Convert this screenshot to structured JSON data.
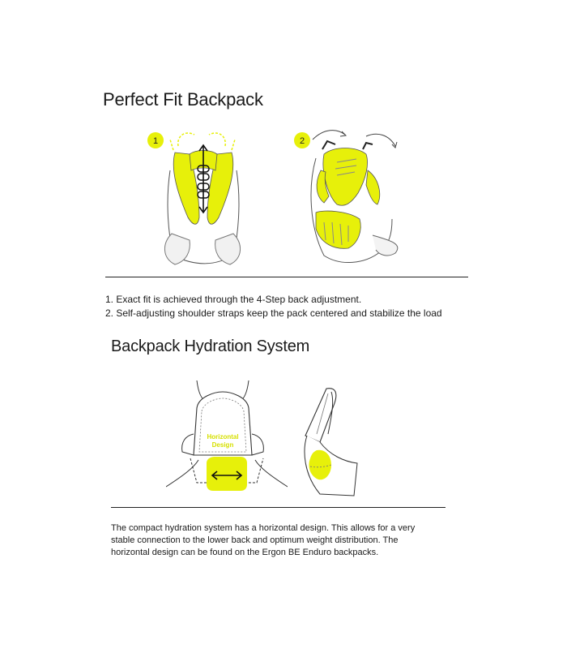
{
  "section_fit": {
    "title": "Perfect Fit Backpack",
    "badges": [
      "1",
      "2"
    ],
    "items": [
      "1. Exact fit is achieved through the 4-Step back adjustment.",
      "2. Self-adjusting shoulder straps keep the pack centered and stabilize the load"
    ]
  },
  "section_hydration": {
    "title": "Backpack Hydration System",
    "label_line1": "Horizontal",
    "label_line2": "Design",
    "paragraph_lines": [
      "The compact hydration system has a horizontal design. This allows for a very",
      "stable connection to the lower back and optimum weight distribution. The",
      "horizontal design can be found on the Ergon BE Enduro backpacks."
    ]
  },
  "colors": {
    "accent_yellow": "#e7f00a",
    "line": "#2a2a2a"
  }
}
